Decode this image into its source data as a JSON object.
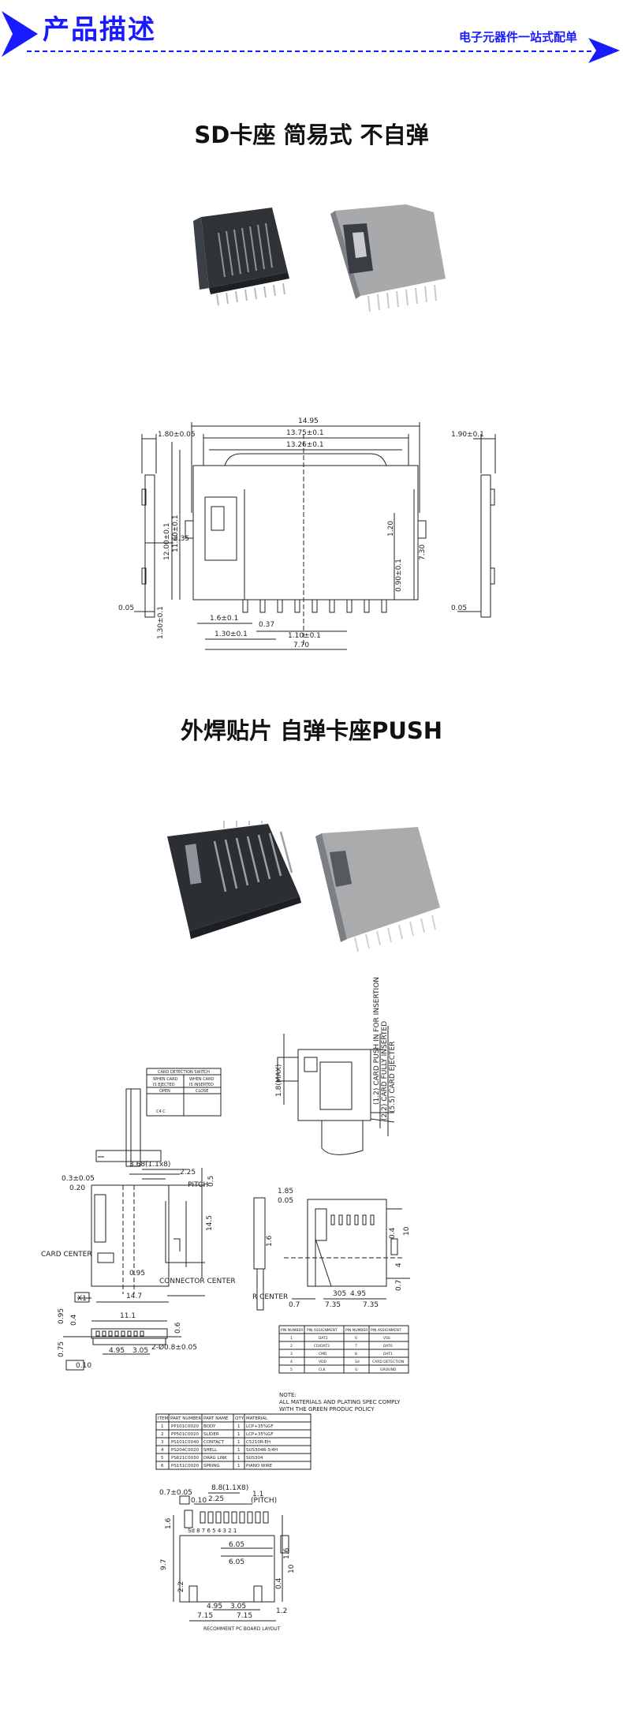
{
  "header": {
    "title": "产品描述",
    "slogan": "电子元器件一站式配单"
  },
  "section1": {
    "title": "SD卡座 简易式 不自弹",
    "dims": {
      "d1": "14.95",
      "d2": "13.75±0.1",
      "d3": "13.26±0.1",
      "d4": "1.80±0.05",
      "d5": "1.90±0.1",
      "d6": "12.00±0.1",
      "d7": "11.60±0.1",
      "d8": "2.35",
      "d9": "1.20",
      "d10": "0.90±0.1",
      "d11": "7.30",
      "d12": "1.6±0.1",
      "d13": "0.37",
      "d14": "1.10±0.1",
      "d15": "1.30±0.1",
      "d16": "7.70",
      "d17": "1.30±0.1",
      "d18": "0.05",
      "d19": "0.05"
    }
  },
  "section2": {
    "title": "外焊贴片 自弹卡座PUSH",
    "switch_table": {
      "title": "CARD DETECTION SWITCH",
      "col1a": "WHEN CARD",
      "col1b": "IS EJECTED",
      "col2a": "WHEN CARD",
      "col2b": "IS INSERTED",
      "state1": "OPEN",
      "state2": "CLOSE",
      "pins": "C4  C"
    },
    "labels": {
      "card_center": "CARD CENTER",
      "connector_center": "CONNECTOR CENTER",
      "pitch": "PITCH",
      "r_center": "R CENTER",
      "x1": "X1",
      "max": "1.8(MAX)",
      "push": "(1.2) CARD PUSH IN FOR INSERTION",
      "fully": "(2.2) CARD FULLY INSERTED",
      "eject": "(5.5) CARD EJECTER"
    },
    "dims": {
      "a1": "3.68",
      "a1b": "(1.1x8)",
      "a2": "2.25",
      "a3": "0.3±0.05",
      "a4": "0.20",
      "a5": "0.5",
      "a6": "14.5",
      "a7": "0.95",
      "a8": "14.7",
      "a9": "11.1",
      "a10": "0.95",
      "a11": "0.4",
      "a12": "0.6",
      "a13": "0.75",
      "a14": "4.95",
      "a15": "3.05",
      "a16": "2-Ø0.8±0.05",
      "a17": "0.10",
      "b1": "1.85",
      "b2": "0.05",
      "b3": "1.6",
      "b4": "10",
      "b5": "0.4",
      "b6": "4",
      "b7": "305",
      "b8": "4.95",
      "b9": "7.35",
      "b10": "7.35",
      "b11": "0.7",
      "b12": "0.7"
    },
    "pin_table": {
      "headers": [
        "PIN NUMBER",
        "PIN ASSIGNMENT",
        "PIN NUMBER",
        "PIN ASSIGNMENT"
      ],
      "rows": [
        [
          "1",
          "DAT2",
          "6",
          "VSS"
        ],
        [
          "2",
          "CD/DAT3",
          "7",
          "DAT0"
        ],
        [
          "3",
          "CMD",
          "8",
          "DAT1"
        ],
        [
          "4",
          "VDD",
          "Sd",
          "CARD DETECTION"
        ],
        [
          "5",
          "CLK",
          "G",
          "GROUND"
        ]
      ]
    },
    "note": {
      "title": "NOTE:",
      "line1": "ALL MATERIALS AND PLATING SPEC COMPLY",
      "line2": "WITH THE GREEN PRODUC POLICY"
    },
    "parts_table": {
      "headers": [
        "ITEM",
        "PART NUMBER",
        "PART NAME",
        "QTY",
        "MATERIAL"
      ],
      "rows": [
        [
          "1",
          "PP101C0020",
          "BODY",
          "1",
          "LCP+35%GF"
        ],
        [
          "2",
          "PP501C0020",
          "SLIDER",
          "1",
          "LCP+35%GF"
        ],
        [
          "3",
          "PS101C0040",
          "CONTACT",
          "1",
          "C5210R-EH"
        ],
        [
          "4",
          "PS204C0020",
          "SHELL",
          "1",
          "SUS304R-3/4H"
        ],
        [
          "5",
          "PS621C0030",
          "DRAG LINK",
          "1",
          "SUS304"
        ],
        [
          "6",
          "PS151C0020",
          "SPRING",
          "1",
          "PIANO WIRE"
        ]
      ]
    },
    "layout": {
      "c1": "8.8",
      "c1b": "(1.1X8)",
      "c2": "2.25",
      "c3": "0.7±0.05",
      "c4": "0.10",
      "c5": "1.1",
      "c6": "(PITCH)",
      "c7": "1.6",
      "pins": "Sd 8 7 6 5 4 3 2 1",
      "c8": "6.05",
      "c9": "6.05",
      "c10": "1.6",
      "c11": "9.7",
      "c12": "2.2",
      "c13": "0.4",
      "c14": "10",
      "c15": "4.95",
      "c16": "3.05",
      "c17": "7.15",
      "c18": "7.15",
      "c19": "1.2",
      "caption": "RECOMMENT PC BOARD LAYOUT"
    }
  },
  "colors": {
    "accent": "#1a1aff",
    "plastic": "#2f3338",
    "metal": "#a7a9ab"
  }
}
